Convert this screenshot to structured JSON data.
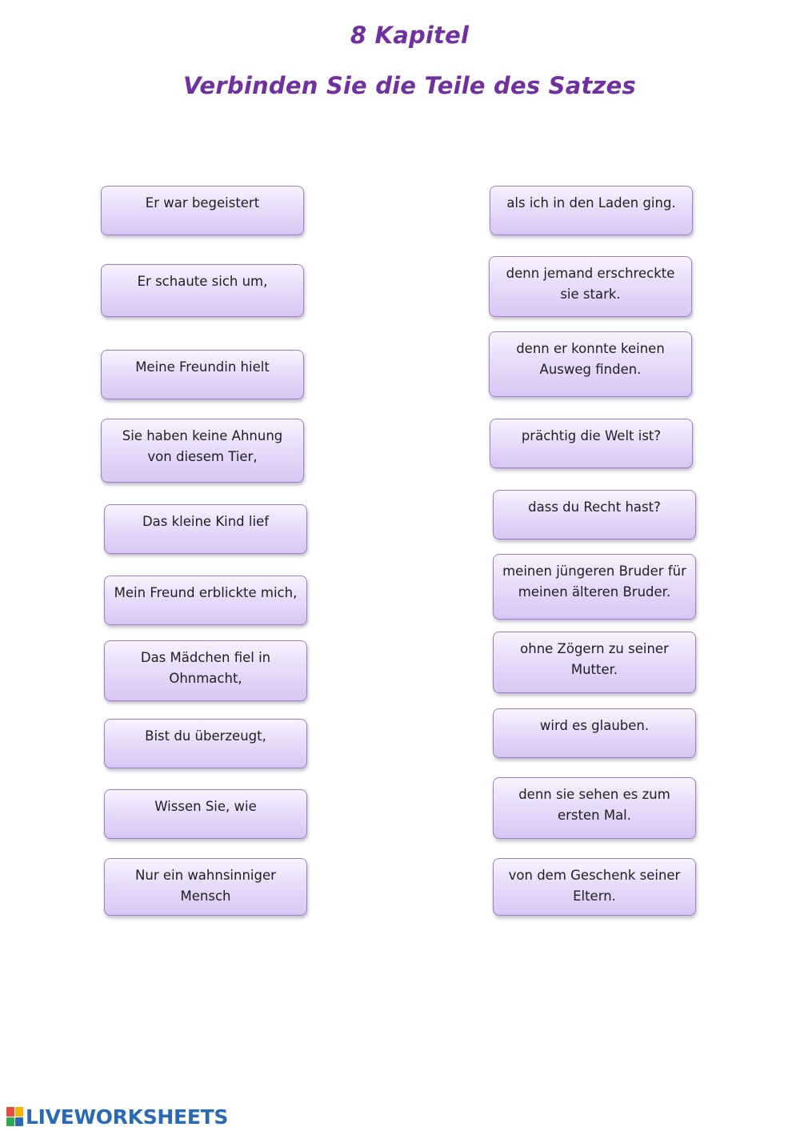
{
  "header": {
    "chapter": "8 Kapitel",
    "instruction": "Verbinden Sie die Teile des Satzes"
  },
  "left_cards": [
    "Er war begeistert",
    "Er schaute sich um,",
    "Meine Freundin hielt",
    "Sie haben keine Ahnung von diesem Tier,",
    "Das kleine Kind lief",
    "Mein Freund erblickte mich,",
    "Das Mädchen fiel in Ohnmacht,",
    "Bist du überzeugt,",
    "Wissen Sie, wie",
    "Nur ein wahnsinniger Mensch"
  ],
  "right_cards": [
    "als ich in den Laden ging.",
    "denn jemand erschreckte sie stark.",
    "denn er konnte keinen Ausweg finden.",
    "prächtig die Welt ist?",
    "dass du Recht hast?",
    "meinen jüngeren Bruder für meinen älteren Bruder.",
    "ohne Zögern zu seiner Mutter.",
    "wird es glauben.",
    "denn sie sehen es zum ersten Mal.",
    "von dem Geschenk seiner Eltern."
  ],
  "footer": {
    "logo_text": "LIVEWORKSHEETS",
    "logo_icon": "liveworksheets-logo-icon",
    "logo_colors": [
      "#e84c3d",
      "#f5b400",
      "#2fa84f",
      "#2a6ab3"
    ],
    "text_color": "#2a6ab3"
  },
  "colors": {
    "title": "#7030a0",
    "card_border": "#9b82c2",
    "card_fill_top": "#f8f3fe",
    "card_fill_bottom": "#d9c5f4"
  }
}
